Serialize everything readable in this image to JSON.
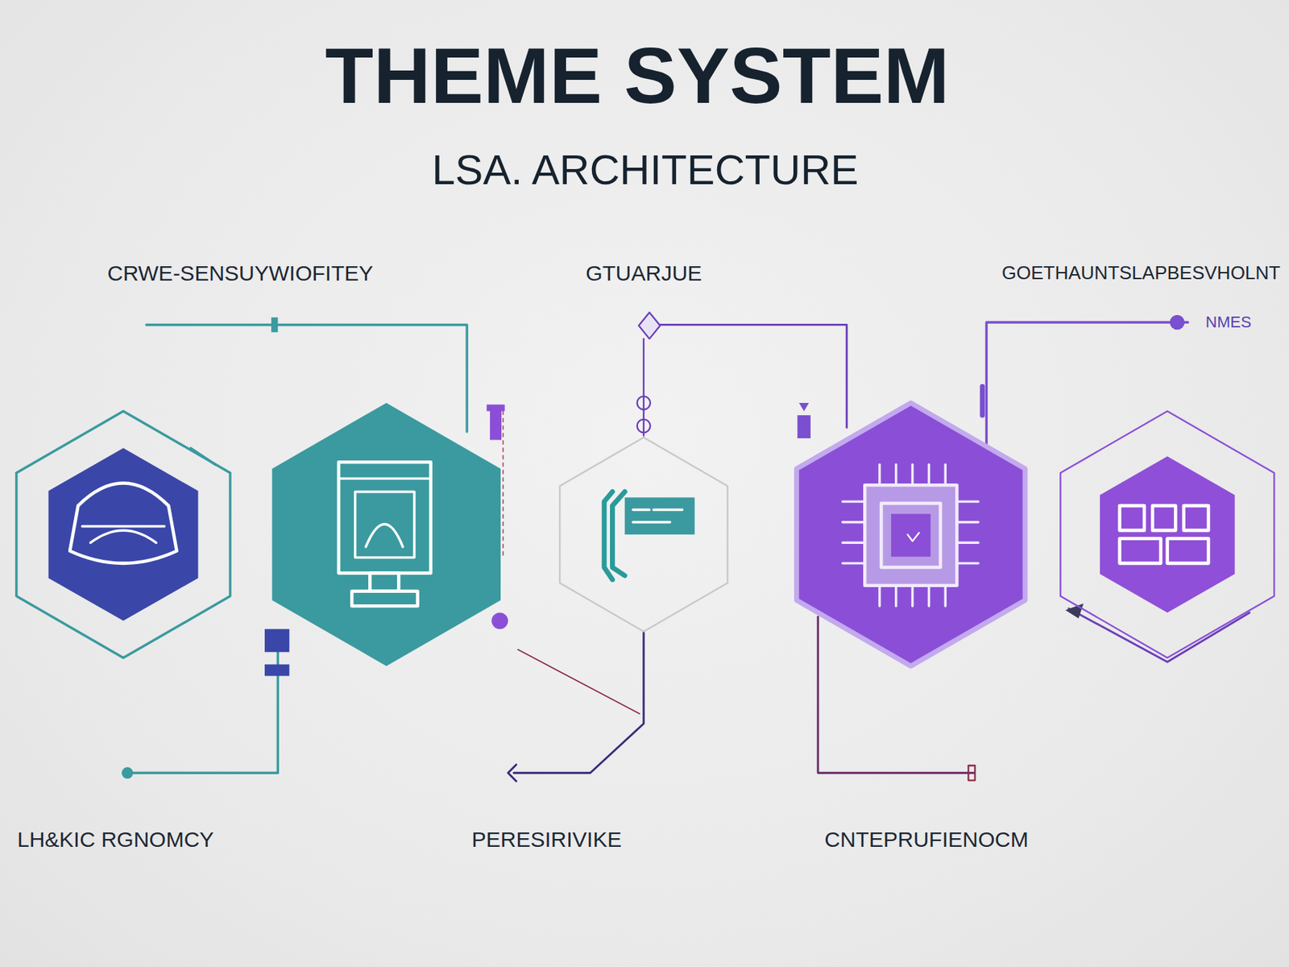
{
  "diagram": {
    "title": "THEME SYSTEM",
    "labels": [
      "LSA. ARCHITECTURE",
      "CRWE-SENSUYWIOFITEY",
      "GTUARJUE",
      "GOETHAUNTSLAPBESVHOLNT",
      "NMES",
      "LH&KIC RGNOMCY",
      "PERESIRIVIKE",
      "CNTEPRUFIENOCM"
    ]
  }
}
